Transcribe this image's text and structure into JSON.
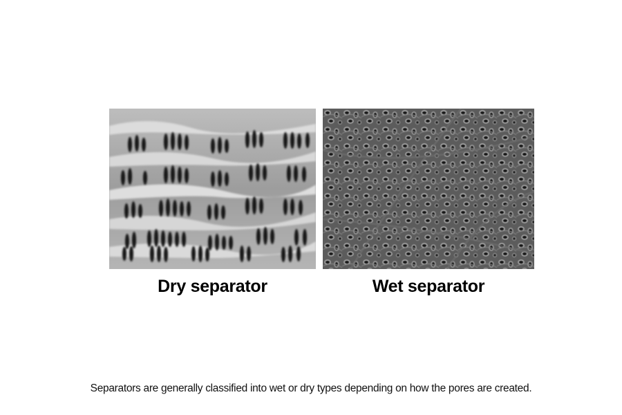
{
  "figure": {
    "panels": [
      {
        "id": "dry",
        "label": "Dry separator",
        "image": "SEM micrograph of dry separator showing elongated slit-like pores arranged in rows"
      },
      {
        "id": "wet",
        "label": "Wet separator",
        "image": "SEM micrograph of wet separator showing interconnected fibrous network with round pores"
      }
    ],
    "caption": "Separators are generally classified into wet or dry types depending on how the pores are created."
  },
  "colors": {
    "background": "#ffffff",
    "text": "#000000"
  }
}
